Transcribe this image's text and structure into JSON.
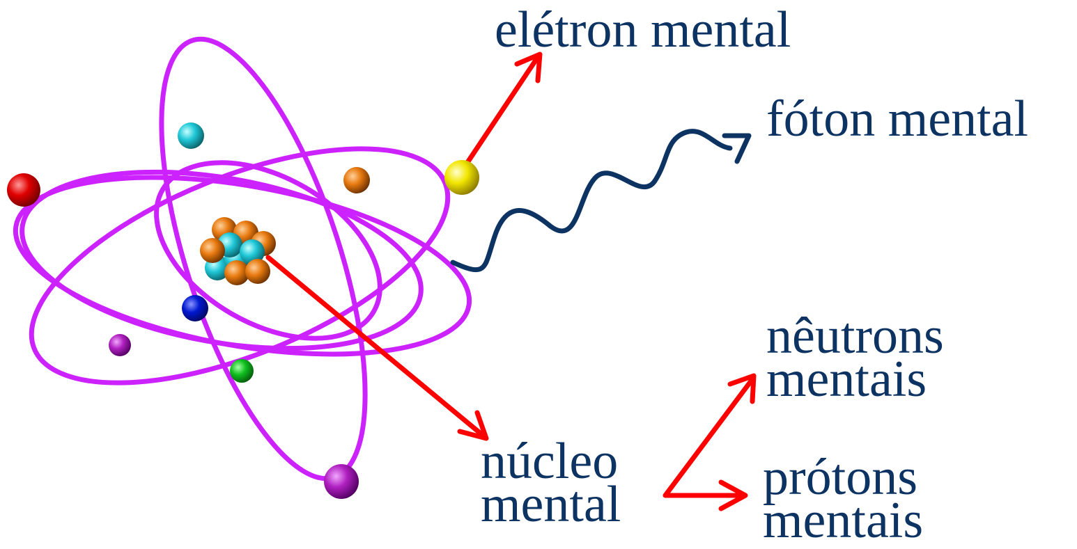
{
  "labels": {
    "electron": "elétron mental",
    "photon": "fóton mental",
    "neutrons": [
      "nêutrons",
      "mentais"
    ],
    "nucleus": [
      "núcleo",
      "mental"
    ],
    "protons": [
      "prótons",
      "mentais"
    ]
  },
  "colors": {
    "orbit": "#cc22ff",
    "arrow_red": "#ff0000",
    "text_navy": "#0d3363",
    "photon_wave": "#0d3363"
  },
  "particles": {
    "electrons": [
      {
        "name": "red-electron",
        "color": "#e00000"
      },
      {
        "name": "cyan-electron",
        "color": "#20c8d8"
      },
      {
        "name": "orange-electron",
        "color": "#e87a10"
      },
      {
        "name": "yellow-electron",
        "color": "#f2e600"
      },
      {
        "name": "blue-electron",
        "color": "#0018d0"
      },
      {
        "name": "magenta-electron-small",
        "color": "#b020c0"
      },
      {
        "name": "green-electron",
        "color": "#10c020"
      },
      {
        "name": "magenta-electron-large",
        "color": "#b020c0"
      }
    ],
    "nucleus_colors": {
      "proton": "#e87a10",
      "neutron": "#20c8d8"
    }
  }
}
